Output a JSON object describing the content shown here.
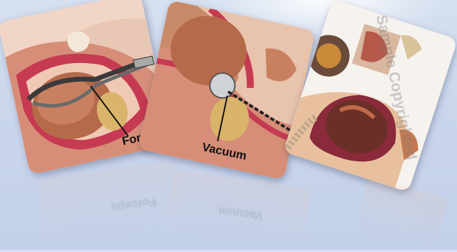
{
  "gallery": {
    "cards": [
      {
        "label": "Forceps",
        "icon": "forceps-delivery-illustration"
      },
      {
        "label": "Vacuum",
        "icon": "vacuum-extraction-illustration"
      },
      {
        "label": "",
        "icon": "cesarean-section-illustration",
        "watermark": "Sample Copyrighted"
      }
    ]
  },
  "colors": {
    "background": "#c9d6ec",
    "tissue": "#e9b59a",
    "uterus": "#c63a52",
    "fetus": "#b56a4a"
  }
}
